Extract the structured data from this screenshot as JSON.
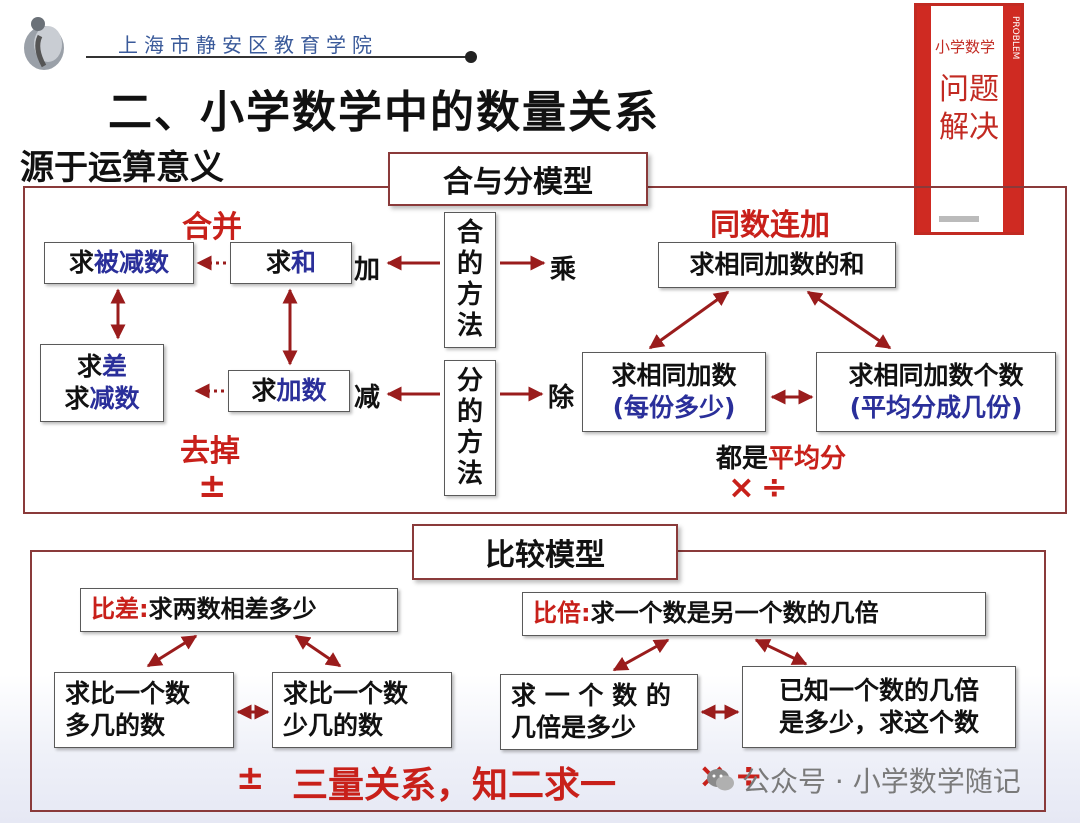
{
  "header": {
    "institute": "上海市静安区教育学院",
    "title": "二、小学数学中的数量关系",
    "subtitle": "源于运算意义"
  },
  "book_cover": {
    "title_small": "小学数学",
    "title_big_1": "问题",
    "title_big_2": "解决",
    "side_text": "PROBLEM"
  },
  "model1": {
    "title": "合与分模型",
    "label_combine": "合并",
    "label_remove": "去掉",
    "symbol_pm": "±",
    "label_same_add": "同数连加",
    "all_are": "都是",
    "average": "平均分",
    "symbol_md": "×÷",
    "box_minuend": {
      "p1": "求",
      "p2": "被减数"
    },
    "box_sum": {
      "p1": "求",
      "p2": "和"
    },
    "box_diff": {
      "p1": "求",
      "p2": "差",
      "p3": "求",
      "p4": "减数"
    },
    "box_addend": {
      "p1": "求",
      "p2": "加数"
    },
    "op_add": "加",
    "op_sub": "减",
    "op_mul": "乘",
    "op_div": "除",
    "method_combine": "合的方法",
    "method_split": "分的方法",
    "box_same_sum": "求相同加数的和",
    "box_same_addend": {
      "l1": "求相同加数",
      "l2": "(每份多少)"
    },
    "box_same_count": {
      "l1": "求相同加数个数",
      "l2": "(平均分成几份)"
    }
  },
  "model2": {
    "title": "比较模型",
    "diff_head": {
      "red": "比差:",
      "rest": "求两数相差多少"
    },
    "times_head": {
      "red": "比倍:",
      "rest": "求一个数是另一个数的几倍"
    },
    "box_more": {
      "l1": "求比一个数",
      "l2": "多几的数"
    },
    "box_less": {
      "l1": "求比一个数",
      "l2": "少几的数"
    },
    "box_times": {
      "l1": "求 一 个 数 的",
      "l2": "几倍是多少"
    },
    "box_known": {
      "l1": "已知一个数的几倍",
      "l2": "是多少，求这个数"
    },
    "symbol_pm": "±",
    "summary": "三量关系，知二求一",
    "symbol_md": "×÷"
  },
  "watermark": {
    "text": "公众号 · 小学数学随记"
  },
  "colors": {
    "frame": "#8a3a3a",
    "arrow": "#9a1c1c",
    "red_text": "#c8201a",
    "blue_text": "#2a2f9a"
  }
}
